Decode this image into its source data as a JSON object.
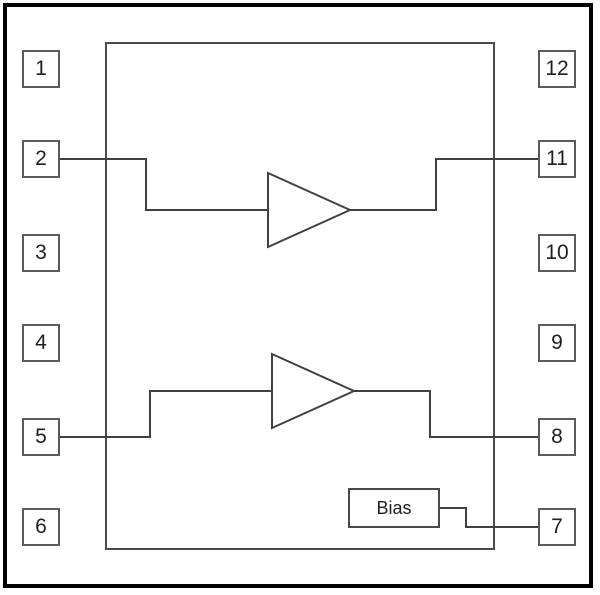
{
  "diagram": {
    "type": "ic-pinout-block-diagram",
    "left_pins": [
      {
        "label": "1"
      },
      {
        "label": "2"
      },
      {
        "label": "3"
      },
      {
        "label": "4"
      },
      {
        "label": "5"
      },
      {
        "label": "6"
      }
    ],
    "right_pins": [
      {
        "label": "12"
      },
      {
        "label": "11"
      },
      {
        "label": "10"
      },
      {
        "label": "9"
      },
      {
        "label": "8"
      },
      {
        "label": "7"
      }
    ],
    "blocks": {
      "bias_label": "Bias",
      "amplifier_count": 2
    },
    "connections": [
      "pin-2 to amplifier-1 input",
      "amplifier-1 output to pin-11",
      "pin-5 to amplifier-2 input",
      "amplifier-2 output to pin-8",
      "bias block to pin-7"
    ],
    "colors": {
      "background": "#ffffff",
      "outer_border": "#000000",
      "inner_border": "#4a4a4a",
      "pin_border": "#5a5a5a",
      "wire": "#404040"
    }
  }
}
